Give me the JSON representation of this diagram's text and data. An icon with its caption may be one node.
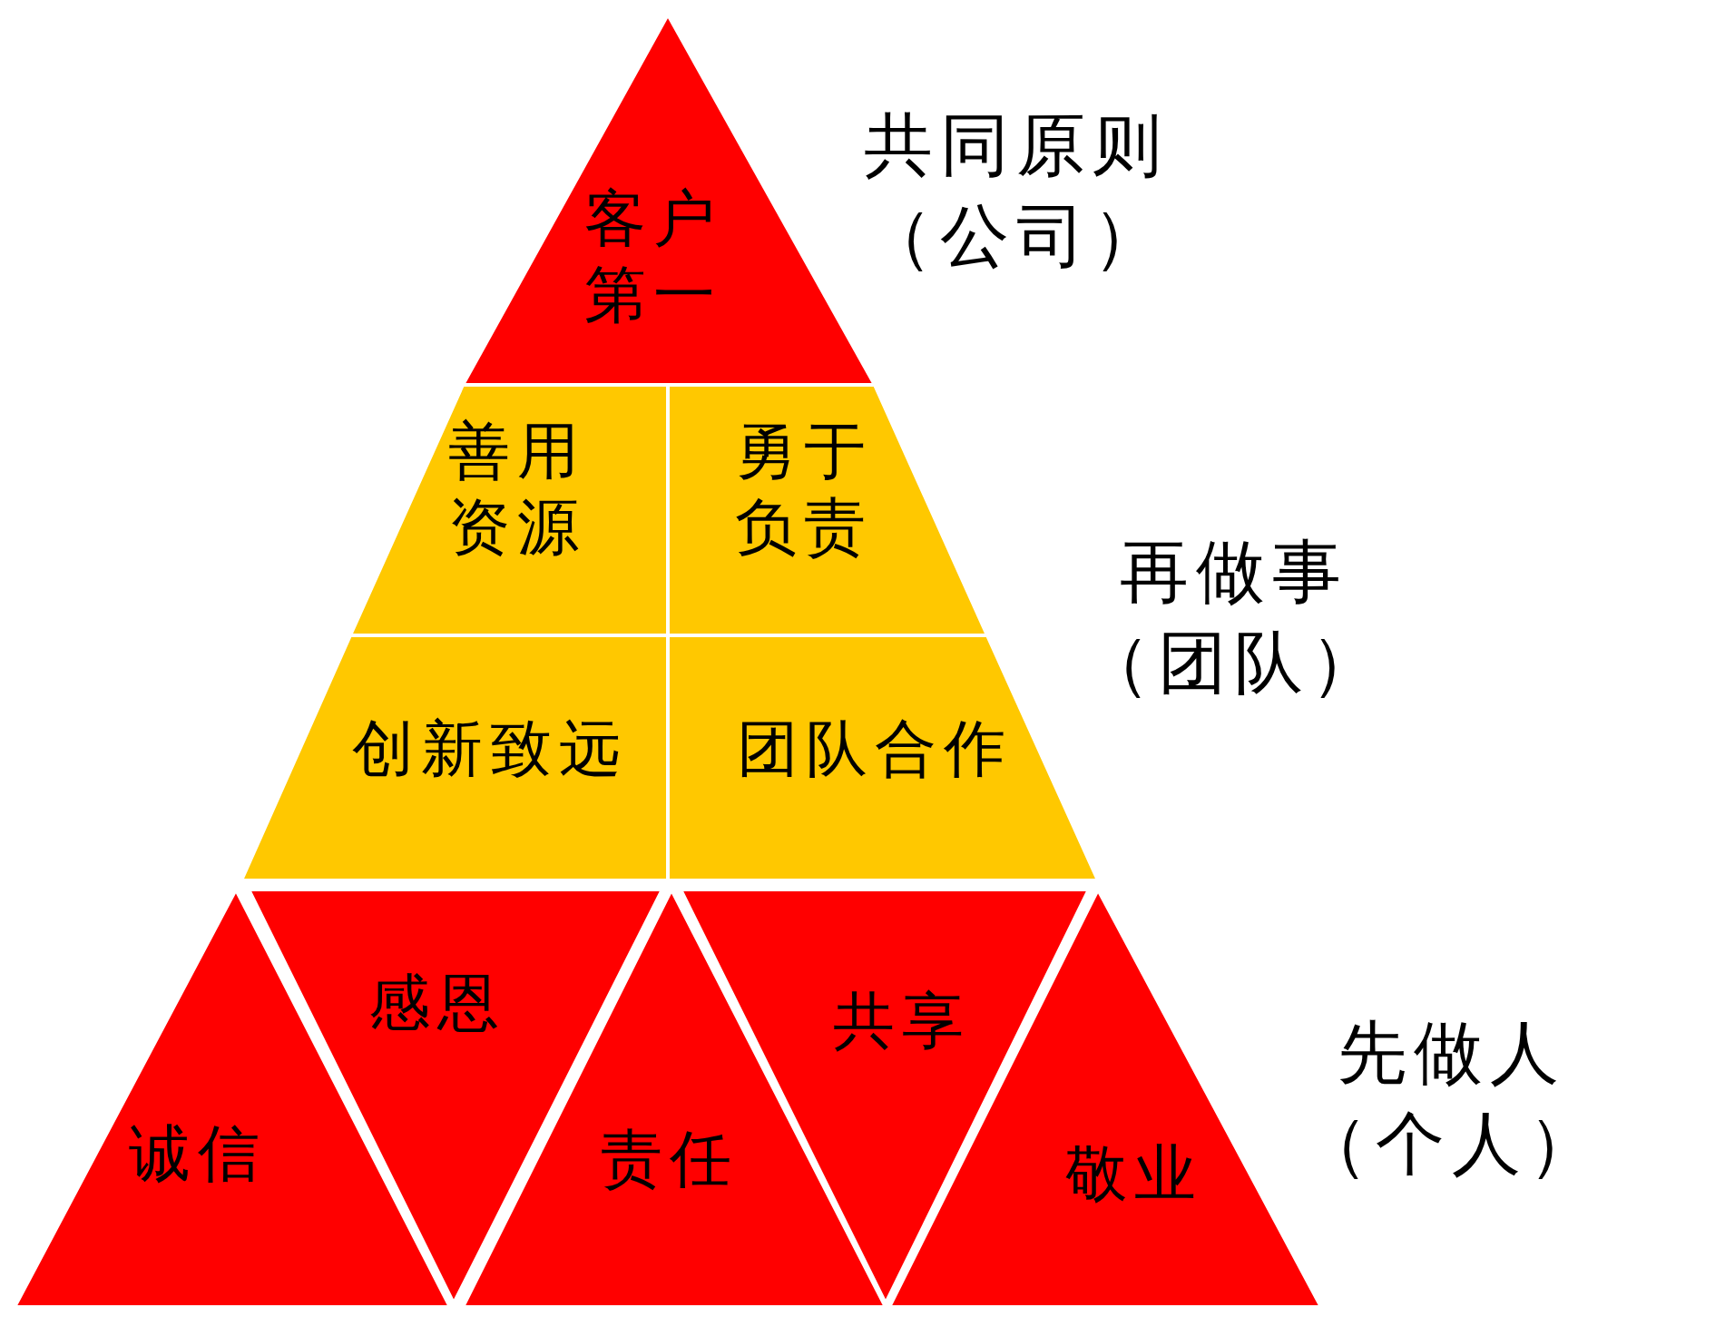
{
  "diagram": {
    "nodes": [
      {
        "text": [
          "客户第一"
        ]
      },
      {
        "text": [
          "善用资源"
        ]
      },
      {
        "text": [
          "勇于负责"
        ]
      },
      {
        "text": [
          "创新致远"
        ]
      },
      {
        "text": [
          "团队合作"
        ]
      },
      {
        "text": [
          "诚信"
        ]
      },
      {
        "text": [
          "感恩"
        ]
      },
      {
        "text": [
          "责任"
        ]
      },
      {
        "text": [
          "共享"
        ]
      },
      {
        "text": [
          "敬业"
        ]
      }
    ],
    "labels": [
      "共同原则（公司）",
      "再做事（团队）",
      "先做人（个人）"
    ]
  }
}
